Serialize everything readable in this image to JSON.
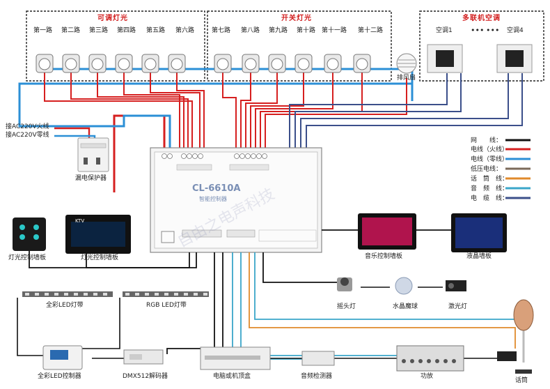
{
  "groups": {
    "dimmable": {
      "title": "可调灯光",
      "channels": [
        "第一路",
        "第二路",
        "第三路",
        "第四路",
        "第五路",
        "第六路"
      ]
    },
    "switch": {
      "title": "开关灯光",
      "channels": [
        "第七路",
        "第八路",
        "第九路",
        "第十路",
        "第十一路",
        "第十二路"
      ]
    },
    "ac": {
      "title": "多联机空调",
      "units": [
        "空调1",
        "空调4"
      ],
      "dots": "•••"
    }
  },
  "exhaust_fan": "排风扇",
  "power": {
    "live": "接AC220V火线",
    "neutral": "接AC220V零线"
  },
  "breaker": "漏电保护器",
  "controller": {
    "model": "CL-6610A",
    "subtitle": "智能控制器",
    "watermark": "自由之电声科技"
  },
  "legend": [
    {
      "label": "网　　线：",
      "color": "#111111"
    },
    {
      "label": "电线（火线）",
      "color": "#d61f1f"
    },
    {
      "label": "电线（零线）",
      "color": "#2b8fd6"
    },
    {
      "label": "低压电线：",
      "color": "#7b6a5a"
    },
    {
      "label": "话　筒　线：",
      "color": "#e08a2b"
    },
    {
      "label": "音　频　线：",
      "color": "#3aa6c9"
    },
    {
      "label": "电　缆　线：",
      "color": "#3b4f8a"
    }
  ],
  "panels": {
    "light_small": "灯光控制墙板",
    "light_main": "灯光控制墙板",
    "music": "音乐控制墙板",
    "lcd": "液晶墙板",
    "light_main_screen": "KTV"
  },
  "effects": [
    "摇头灯",
    "水晶魔球",
    "激光灯"
  ],
  "led_strips": {
    "full_color": "全彩LED灯带",
    "rgb": "RGB LED灯带"
  },
  "devices": [
    "全彩LED控制器",
    "DMX512解码器",
    "电脑或机顶盒",
    "音频检测器",
    "功放",
    "话筒"
  ]
}
